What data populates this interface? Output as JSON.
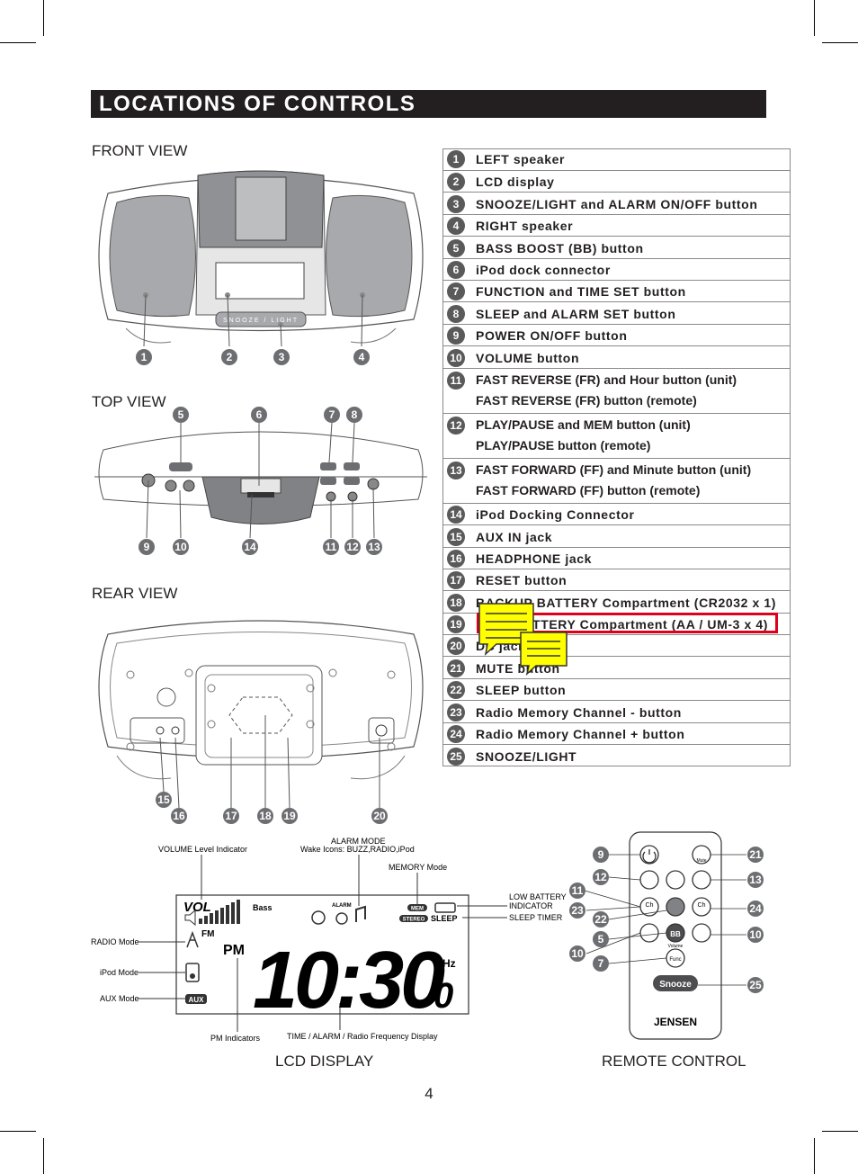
{
  "title": "LOCATIONS OF CONTROLS",
  "views": {
    "front": "FRONT VIEW",
    "top": "TOP VIEW",
    "rear": "REAR VIEW",
    "lcd": "LCD DISPLAY",
    "remote": "REMOTE CONTROL"
  },
  "snooze_strip": "SNOOZE / LIGHT",
  "controls": [
    {
      "num": "1",
      "text": "LEFT speaker"
    },
    {
      "num": "2",
      "text": "LCD display"
    },
    {
      "num": "3",
      "text": "SNOOZE/LIGHT and ALARM ON/OFF button"
    },
    {
      "num": "4",
      "text": "RIGHT speaker"
    },
    {
      "num": "5",
      "text": "BASS BOOST (BB) button"
    },
    {
      "num": "6",
      "text": "iPod dock connector"
    },
    {
      "num": "7",
      "text": "FUNCTION and TIME SET button"
    },
    {
      "num": "8",
      "text": "SLEEP and ALARM SET button"
    },
    {
      "num": "9",
      "text": "POWER ON/OFF button"
    },
    {
      "num": "10",
      "text": "VOLUME button"
    },
    {
      "num": "11",
      "text": "FAST REVERSE (FR) and Hour button (unit)",
      "text2": "FAST REVERSE (FR) button (remote)"
    },
    {
      "num": "12",
      "text": "PLAY/PAUSE and MEM button (unit)",
      "text2": "PLAY/PAUSE button (remote)"
    },
    {
      "num": "13",
      "text": "FAST FORWARD (FF) and Minute button (unit)",
      "text2": "FAST FORWARD (FF) button (remote)"
    },
    {
      "num": "14",
      "text": "iPod Docking Connector"
    },
    {
      "num": "15",
      "text": "AUX IN jack"
    },
    {
      "num": "16",
      "text": "HEADPHONE jack"
    },
    {
      "num": "17",
      "text": "RESET button"
    },
    {
      "num": "18",
      "text": "BACKUP BATTERY Compartment (CR2032 x 1)"
    },
    {
      "num": "19",
      "text": "MAIN BATTERY Compartment (AA / UM-3 x 4)"
    },
    {
      "num": "20",
      "text": "DC jack (   + )"
    },
    {
      "num": "21",
      "text": "MUTE button"
    },
    {
      "num": "22",
      "text": "SLEEP button"
    },
    {
      "num": "23",
      "text": "Radio Memory Channel - button"
    },
    {
      "num": "24",
      "text": "Radio Memory Channel + button"
    },
    {
      "num": "25",
      "text": "SNOOZE/LIGHT"
    }
  ],
  "lcd": {
    "volume_indicator": "VOLUME Level Indicator",
    "alarm_mode": "ALARM  MODE",
    "wake_icons": "Wake Icons: BUZZ,RADIO,iPod",
    "memory_mode": "MEMORY Mode",
    "low_battery": "LOW BATTERY",
    "indicator": "INDICATOR",
    "sleep_timer": "SLEEP TIMER",
    "radio_mode": "RADIO Mode",
    "ipod_mode": "iPod Mode",
    "aux_mode": "AUX Mode",
    "pm_indicators": "PM Indicators",
    "time_display": "TIME / ALARM / Radio Frequency Display",
    "vol": "VOL",
    "bass": "Bass",
    "alarm": "ALARM",
    "mem": "MEM",
    "stereo": "STEREO",
    "sleep": "SLEEP",
    "fm": "FM",
    "pm": "PM",
    "digits": "10:30",
    "small_digit": "0",
    "mhz": "MHz",
    "aux": "AUX"
  },
  "remote": {
    "mute": "Mute",
    "ch": "Ch",
    "bb": "BB",
    "volume": "Volume",
    "func": "Func",
    "snooze": "Snooze",
    "brand": "JENSEN"
  },
  "page_number": "4"
}
